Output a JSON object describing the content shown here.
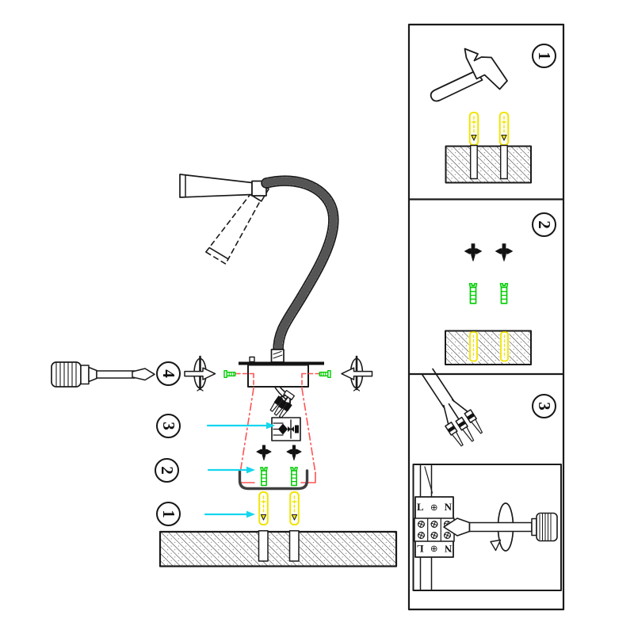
{
  "main_steps": [
    "4",
    "3",
    "2",
    "1"
  ],
  "panel_steps": [
    "1",
    "2",
    "3"
  ],
  "terminal": {
    "top": [
      "L",
      "⊕",
      "N"
    ],
    "bottom": [
      "L",
      "⊕",
      "N"
    ]
  },
  "colors": {
    "ink": "#1a1a1a",
    "screw_green": "#00cc00",
    "anchor_yellow": "#f0e400",
    "guide_red": "#ff5454",
    "arrow_cyan": "#15d6ee",
    "bracket_gray": "#3f3f3f"
  },
  "legend": {
    "hammer": "claw-hammer-icon",
    "screwdriver": "flat-screwdriver-icon",
    "wall_anchor": "yellow-wall-plug",
    "mounting_screw": "green-screw",
    "cross_screw": "black-cross-screw",
    "wall": "hatched-wall-section",
    "lamp": "flexible-gooseneck-reading-lamp",
    "terminal_block": "l-n-terminal-block",
    "rotation_mark": "screw-turn-ellipse-arrow"
  }
}
